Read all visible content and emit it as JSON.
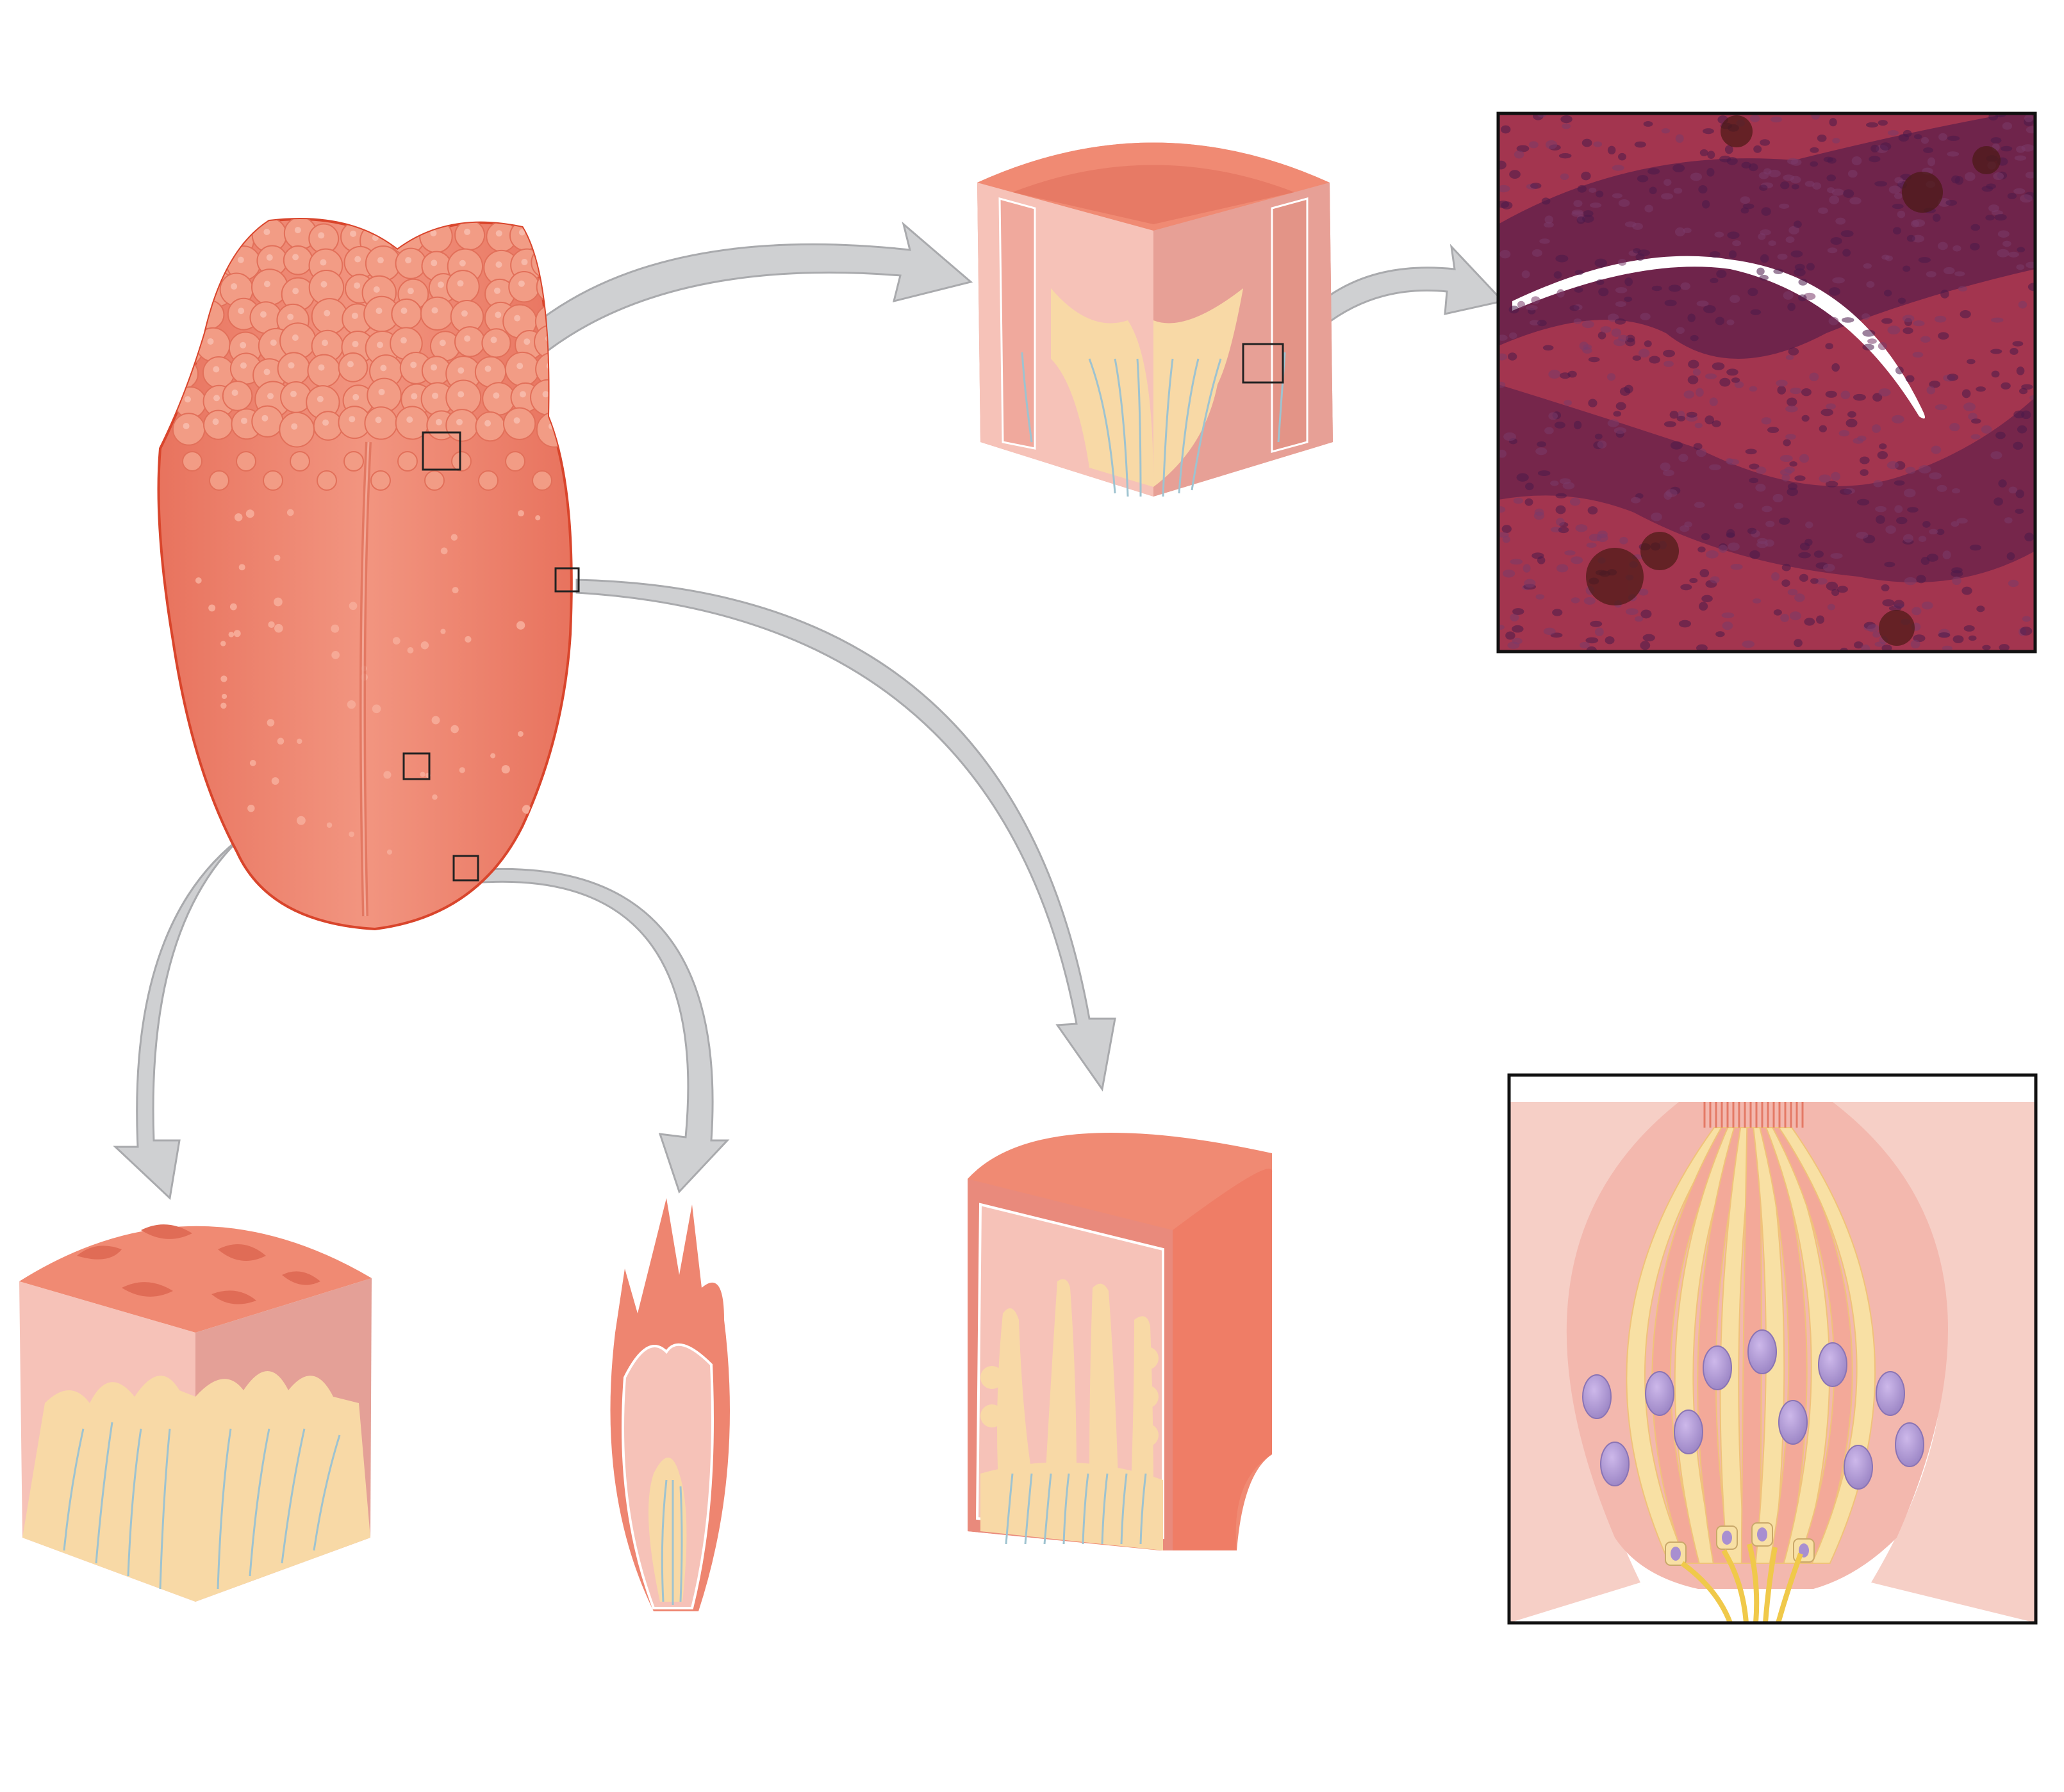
{
  "colors": {
    "tongue": "#f08a73",
    "tongue_dark": "#e26b55",
    "tongue_outline": "#d9452c",
    "papilla": "#f29c85",
    "tissue_light": "#f3b8ae",
    "tissue_mid": "#eba093",
    "connective": "#f8d9a6",
    "nerve": "#9ec3d0",
    "arrow": "#cfd0d2",
    "arrow_edge": "#a9aaad",
    "histology_bg": "#a3354f",
    "histology_dark": "#5e1f4a",
    "nucleus": "#b8a2d8",
    "frame": "#111111"
  },
  "icons": {
    "tongue": "tongue-illustration",
    "circumvallate": "circumvallate-papilla-block",
    "fungiform": "fungiform-papilla-block",
    "filiform": "filiform-papilla",
    "foliate": "foliate-papilla-block",
    "micrograph": "taste-bud-micrograph",
    "taste_bud": "taste-bud-schematic"
  },
  "labels": []
}
